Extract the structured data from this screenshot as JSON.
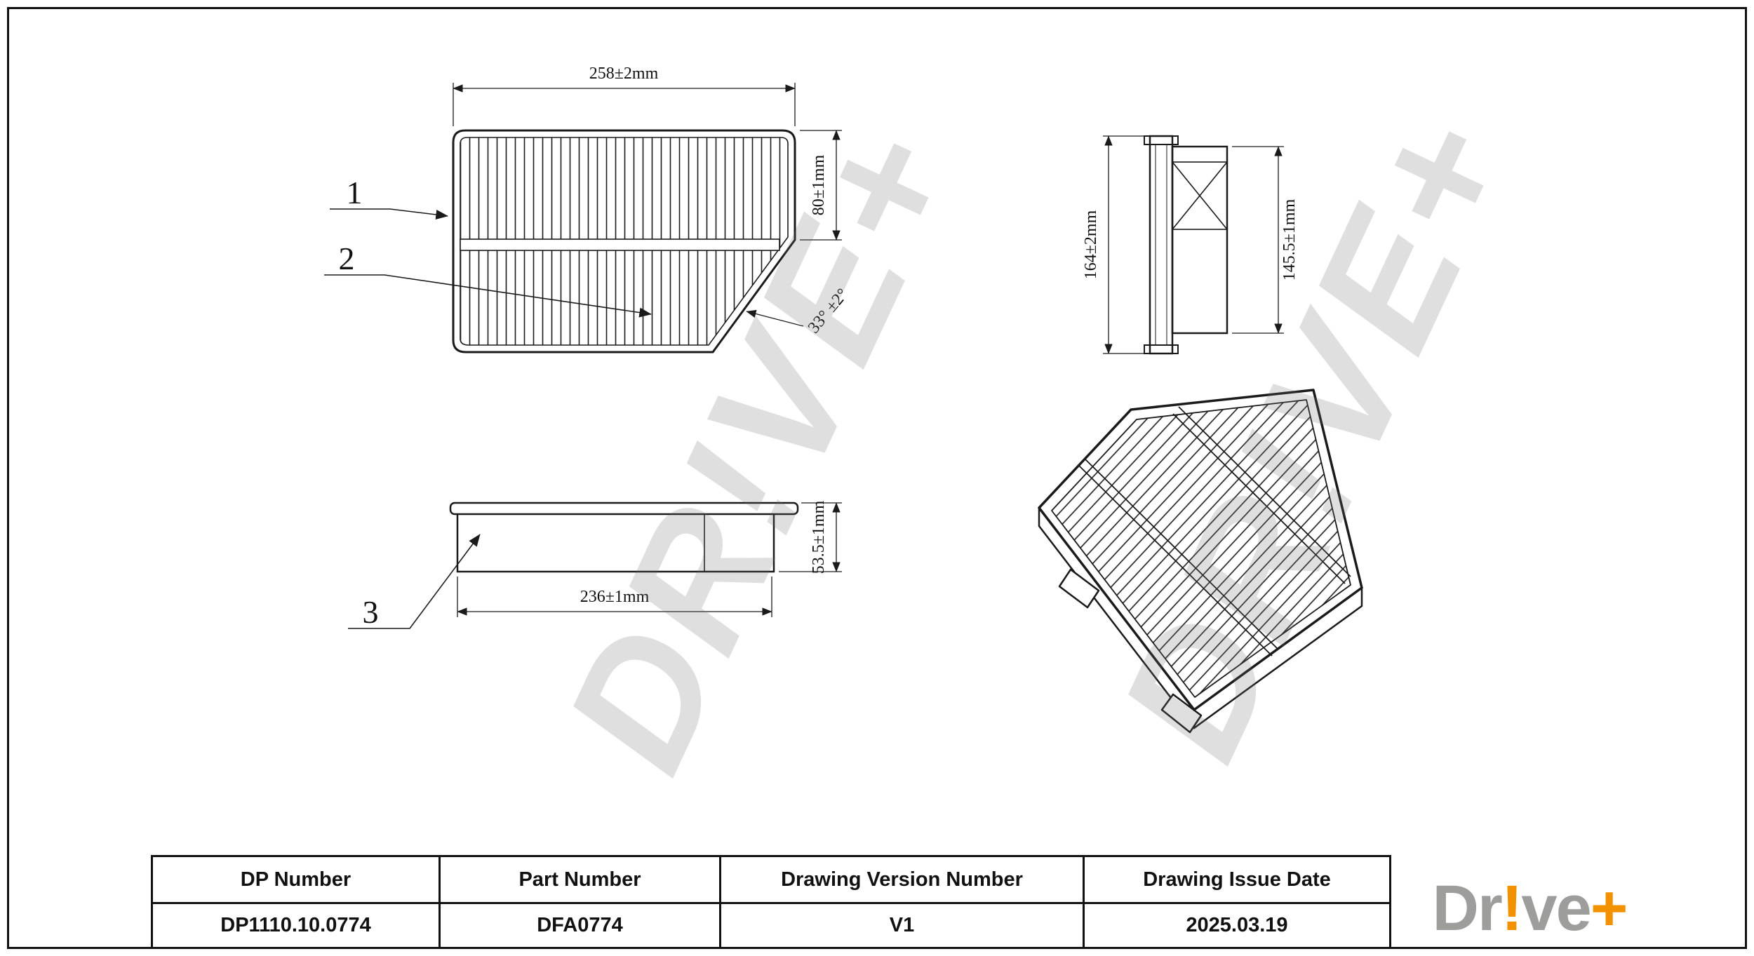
{
  "watermark": {
    "text": "DR!VE+"
  },
  "callouts": {
    "c1": "1",
    "c2": "2",
    "c3": "3"
  },
  "dimensions": {
    "top_width": "258±2mm",
    "top_height": "80±1mm",
    "angle": "33° ±2°",
    "side_height_outer": "164±2mm",
    "side_height_inner": "145.5±1mm",
    "profile_height": "53.5±1mm",
    "profile_width": "236±1mm"
  },
  "table": {
    "headers": [
      "DP Number",
      "Part Number",
      "Drawing Version Number",
      "Drawing Issue Date"
    ],
    "values": [
      "DP1110.10.0774",
      "DFA0774",
      "V1",
      "2025.03.19"
    ]
  },
  "logo": {
    "part1": "Dr",
    "part2": "!",
    "part3": "ve",
    "part4": "+"
  },
  "colors": {
    "logo_gray": "#9d9d9c",
    "logo_orange": "#f39200",
    "line": "#1a1a1a",
    "watermark": "#d6d6d6"
  }
}
